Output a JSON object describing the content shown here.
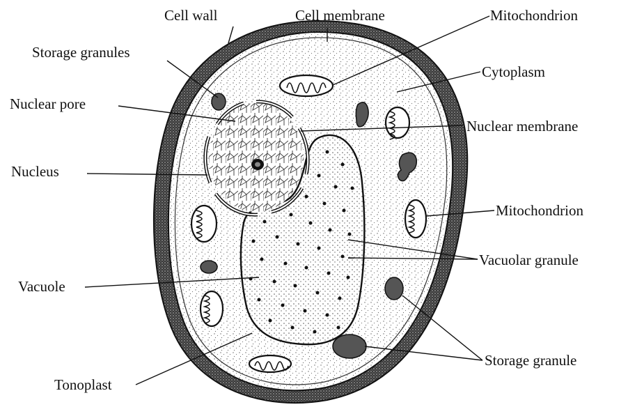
{
  "labels": {
    "cell_wall": "Cell wall",
    "cell_membrane": "Cell membrane",
    "mitochondrion_top": "Mitochondrion",
    "storage_granules": "Storage granules",
    "cytoplasm": "Cytoplasm",
    "nuclear_pore": "Nuclear pore",
    "nuclear_membrane": "Nuclear membrane",
    "nucleus": "Nucleus",
    "mitochondrion_right": "Mitochondrion",
    "vacuolar_granule": "Vacuolar granule",
    "vacuole": "Vacuole",
    "storage_granule": "Storage granule",
    "tonoplast": "Tonoplast"
  }
}
